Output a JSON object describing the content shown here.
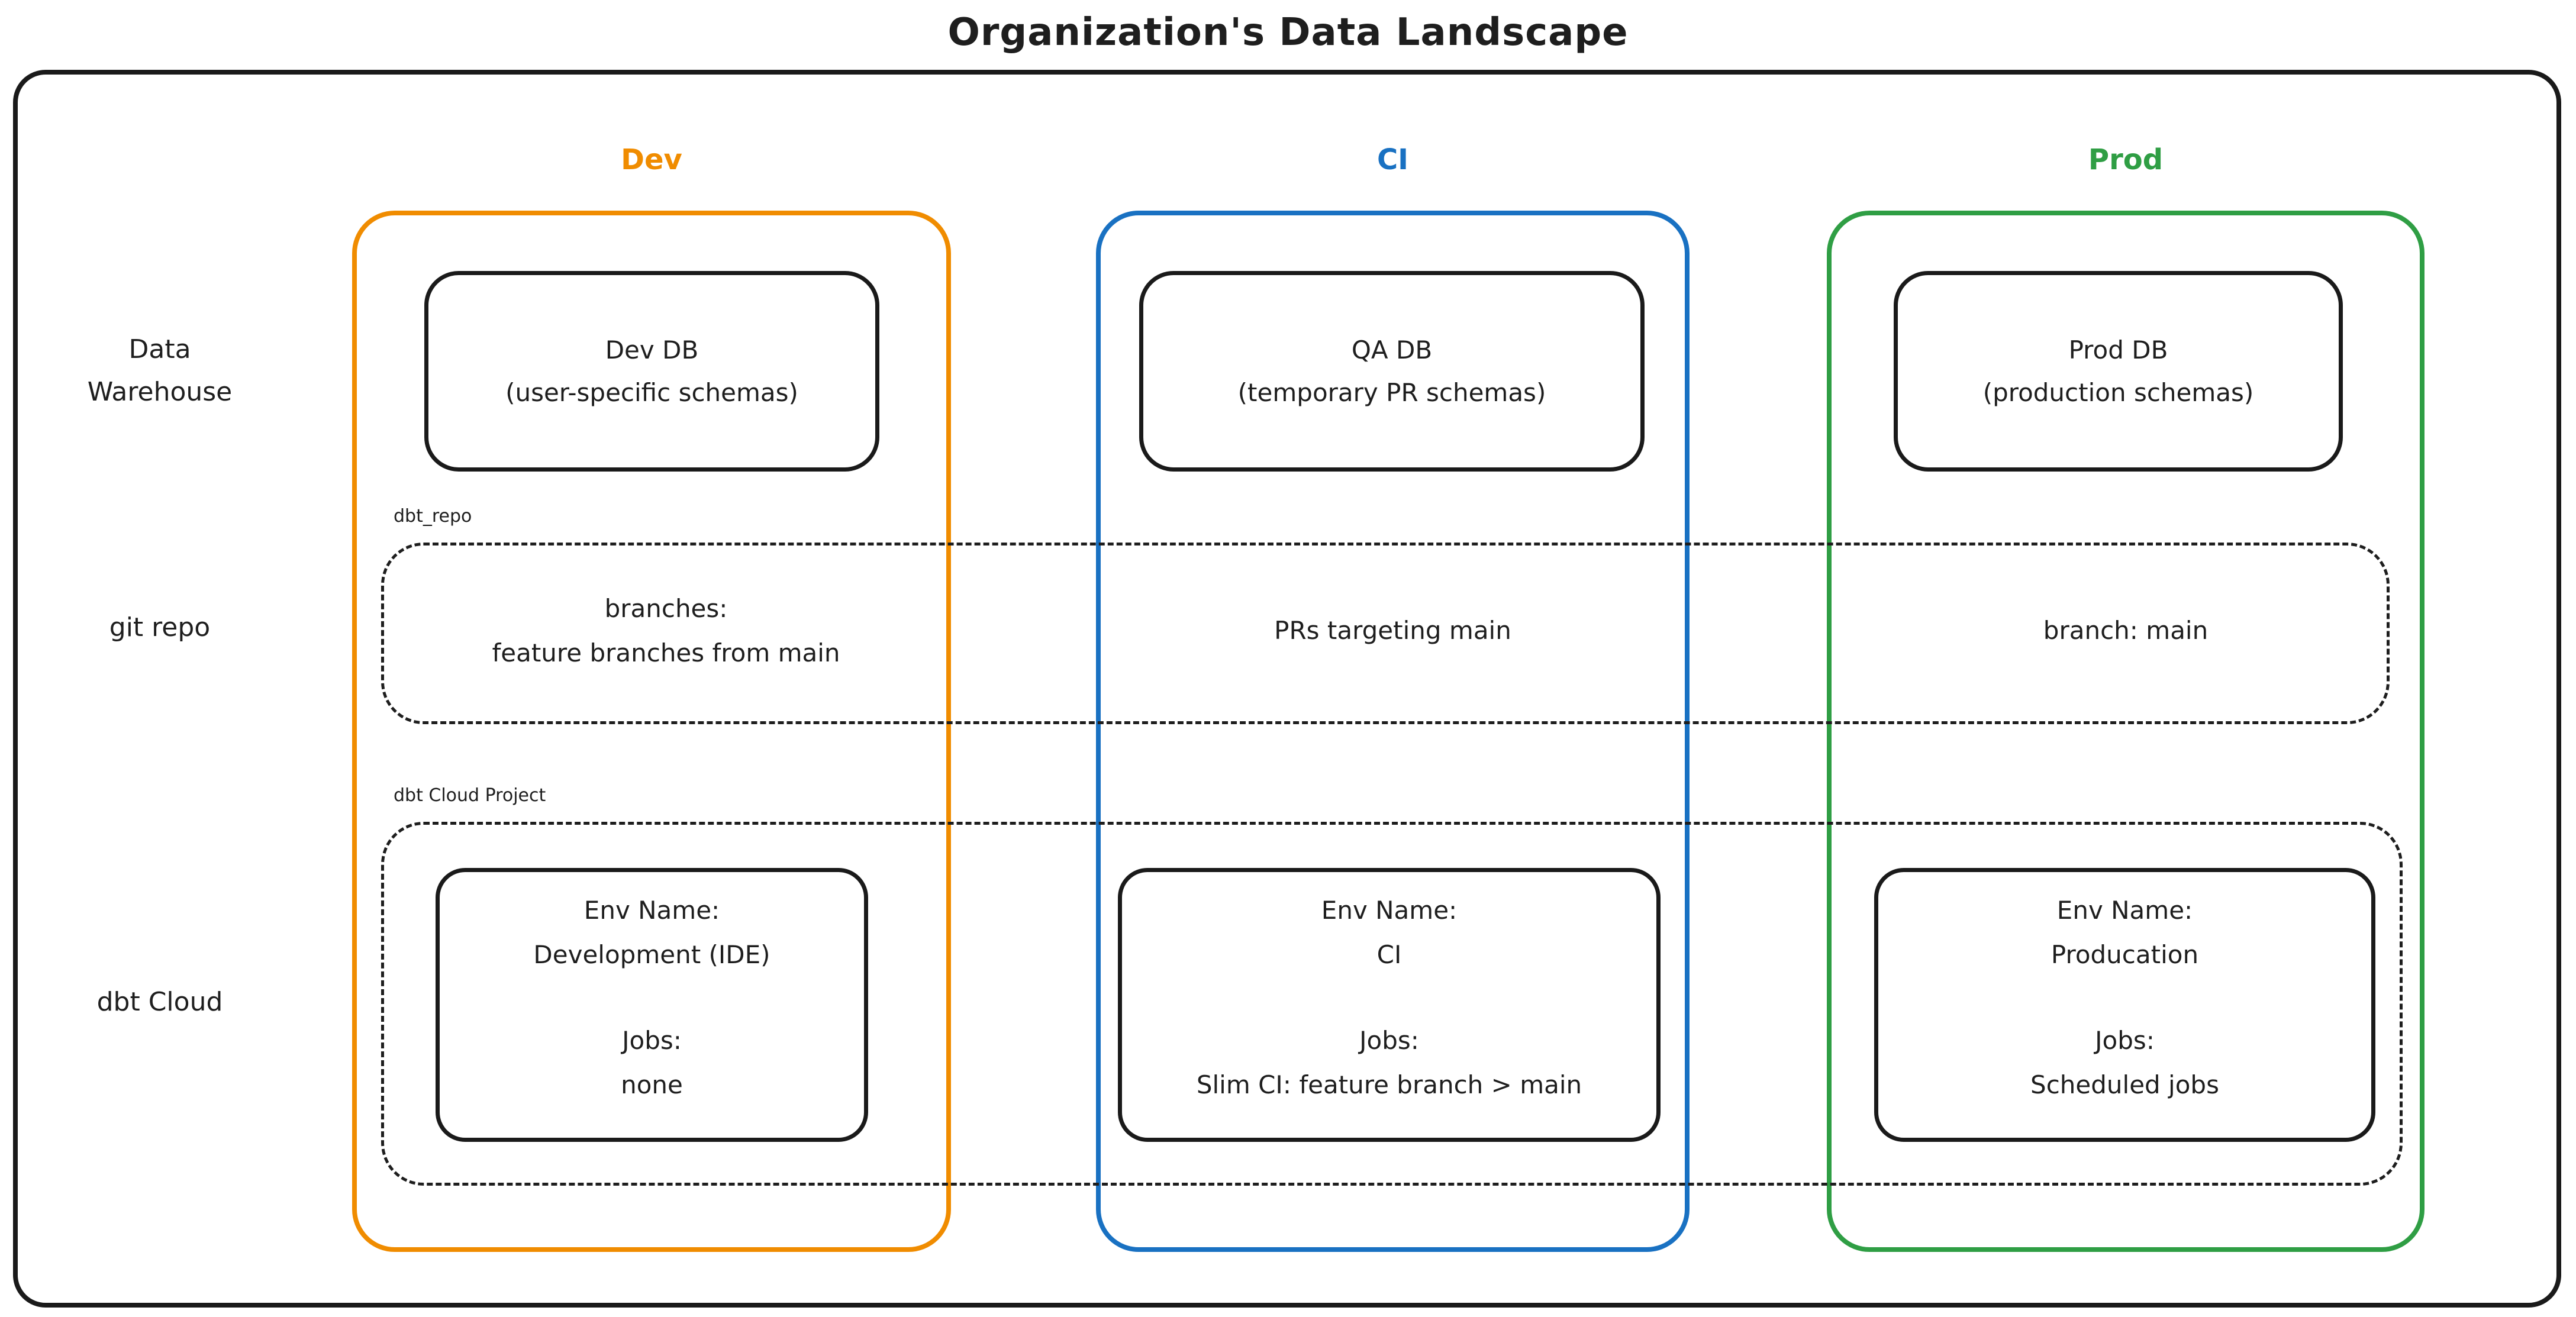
{
  "title": "Organization's Data Landscape",
  "colors": {
    "dev_accent": "#f08c00",
    "ci_accent": "#1971c2",
    "prod_accent": "#2f9e44",
    "ink": "#1e1e1e"
  },
  "row_labels": {
    "warehouse_line1": "Data",
    "warehouse_line2": "Warehouse",
    "git": "git repo",
    "cloud": "dbt Cloud"
  },
  "section_labels": {
    "repo": "dbt_repo",
    "cloud": "dbt Cloud Project"
  },
  "columns": [
    {
      "label": "Dev",
      "db_title": "Dev DB",
      "db_subtitle": "(user-specific schemas)",
      "git_line1": "branches:",
      "git_line2": "feature branches from main",
      "env_label": "Env Name:",
      "env_value": "Development (IDE)",
      "jobs_label": "Jobs:",
      "jobs_value": "none"
    },
    {
      "label": "CI",
      "db_title": "QA DB",
      "db_subtitle": "(temporary PR schemas)",
      "git_line1": "PRs targeting main",
      "env_label": "Env Name:",
      "env_value": "CI",
      "jobs_label": "Jobs:",
      "jobs_value": "Slim CI: feature branch > main"
    },
    {
      "label": "Prod",
      "db_title": "Prod DB",
      "db_subtitle": "(production schemas)",
      "git_line1": "branch: main",
      "env_label": "Env Name:",
      "env_value": "Producation",
      "jobs_label": "Jobs:",
      "jobs_value": "Scheduled jobs"
    }
  ]
}
